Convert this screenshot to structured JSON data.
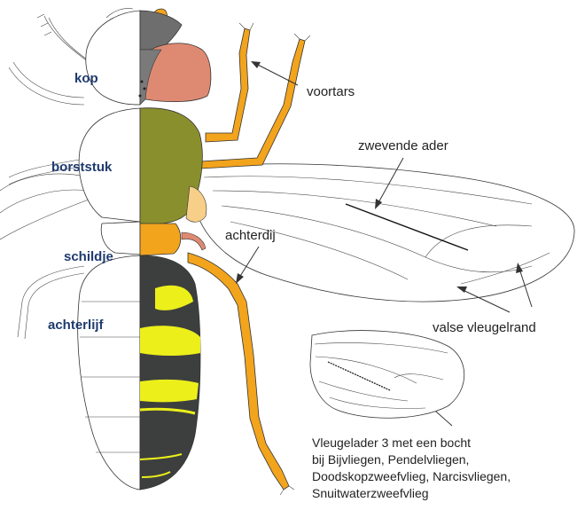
{
  "labels": {
    "head": "kop",
    "thorax": "borststuk",
    "scutellum": "schildje",
    "abdomen": "achterlijf"
  },
  "callouts": {
    "front_tarsus": "voortars",
    "spurious_vein": "zwevende ader",
    "hind_femur": "achterdij",
    "false_margin": "valse vleugelrand"
  },
  "note": {
    "lines": [
      "Vleugelader 3 met een bocht",
      "bij Bijvliegen, Pendelvliegen,",
      "Doodskopzweefvlieg, Narcisvliegen,",
      "Snuitwaterzweefvlieg"
    ]
  },
  "colors": {
    "eye": "#de8a72",
    "thorax": "#8a8f2e",
    "scutellum": "#f2a41d",
    "abdomen_dark": "#3d3f3e",
    "abdomen_band": "#ecef1a",
    "legs": "#f2a41d",
    "label": "#1f3a6e"
  }
}
